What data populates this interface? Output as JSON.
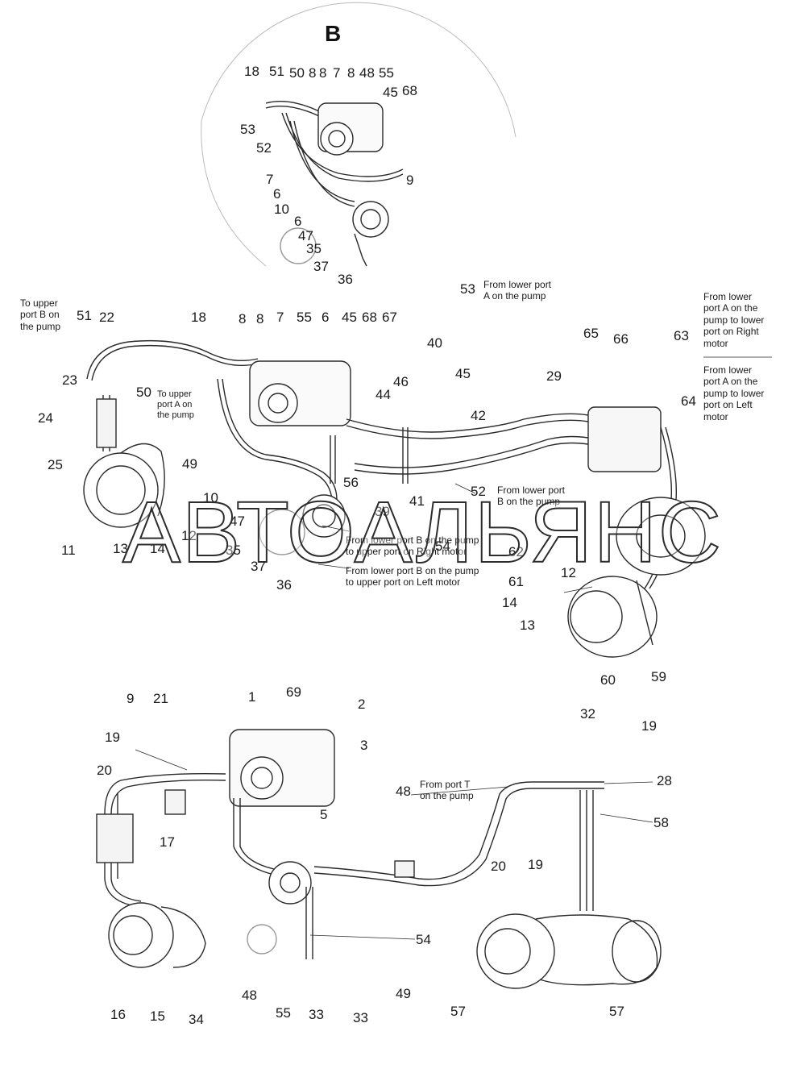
{
  "section_letter": "B",
  "watermark": "АВТОАЛЬЯНС",
  "callouts": {
    "detail": [
      "18",
      "51",
      "50",
      "8",
      "8",
      "7",
      "8",
      "48",
      "55",
      "45",
      "68",
      "53",
      "52",
      "7",
      "6",
      "10",
      "6",
      "47",
      "35",
      "37",
      "36",
      "9"
    ],
    "middle": [
      "51",
      "22",
      "18",
      "8",
      "8",
      "7",
      "55",
      "6",
      "45",
      "68",
      "67",
      "40",
      "46",
      "44",
      "45",
      "29",
      "65",
      "66",
      "63",
      "64",
      "23",
      "50",
      "24",
      "42",
      "25",
      "49",
      "56",
      "10",
      "47",
      "52",
      "41",
      "39",
      "54",
      "11",
      "13",
      "14",
      "12",
      "35",
      "37",
      "36",
      "62",
      "61",
      "12",
      "14",
      "13",
      "60",
      "59",
      "53"
    ],
    "bottom": [
      "9",
      "21",
      "1",
      "69",
      "2",
      "19",
      "3",
      "20",
      "17",
      "5",
      "48",
      "32",
      "19",
      "28",
      "58",
      "20",
      "19",
      "54",
      "16",
      "15",
      "34",
      "48",
      "55",
      "33",
      "33",
      "49",
      "57",
      "57"
    ]
  },
  "notes": {
    "upper_port_b": "To upper\nport B on\nthe pump",
    "upper_port_a": "To upper\nport A on\nthe pump",
    "lower_port_a": "From lower port\nA on the pump",
    "right_motor_lower": "From lower\nport A on the\npump to lower\nport on Right\nmotor",
    "left_motor_lower": "From lower\nport A on the\npump to lower\nport on Left\nmotor",
    "lower_port_b": "From lower port\nB on the pump",
    "right_motor_upper": "From lower port B on the pump\nto upper port on Right motor",
    "left_motor_upper": "From lower port B on the pump\nto upper port on Left motor",
    "port_t": "From port T\non the pump"
  },
  "colors": {
    "line": "#2a2a2a",
    "text": "#1a1a1a",
    "background": "#ffffff"
  }
}
